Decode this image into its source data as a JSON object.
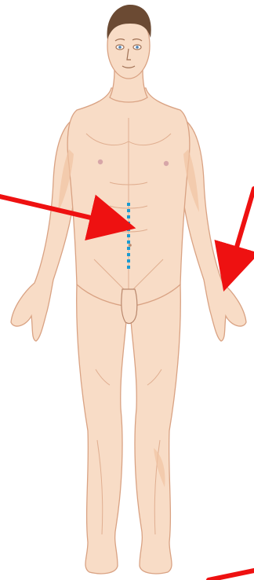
{
  "figure": {
    "subject": "anatomical-front-view-male",
    "colors": {
      "skin": "#f8dcc6",
      "skin_shadow": "#f1c3a2",
      "contour": "#d9a283",
      "hair": "#6b4a33",
      "pointer_arrow": "#ee1111",
      "incision_marker": "#1b9bd1"
    }
  },
  "annotations": [
    {
      "id": "arrow-left",
      "kind": "pointer-arrow",
      "points_to": "midline-abdomen"
    },
    {
      "id": "arrow-right",
      "kind": "pointer-arrow",
      "points_to": "left-forearm"
    },
    {
      "id": "arrow-bottom",
      "kind": "pointer-arrow",
      "points_to": "off-frame"
    }
  ],
  "markers": [
    {
      "id": "midline-incision",
      "kind": "dotted-line",
      "location": "vertical-abdominal-midline"
    }
  ]
}
